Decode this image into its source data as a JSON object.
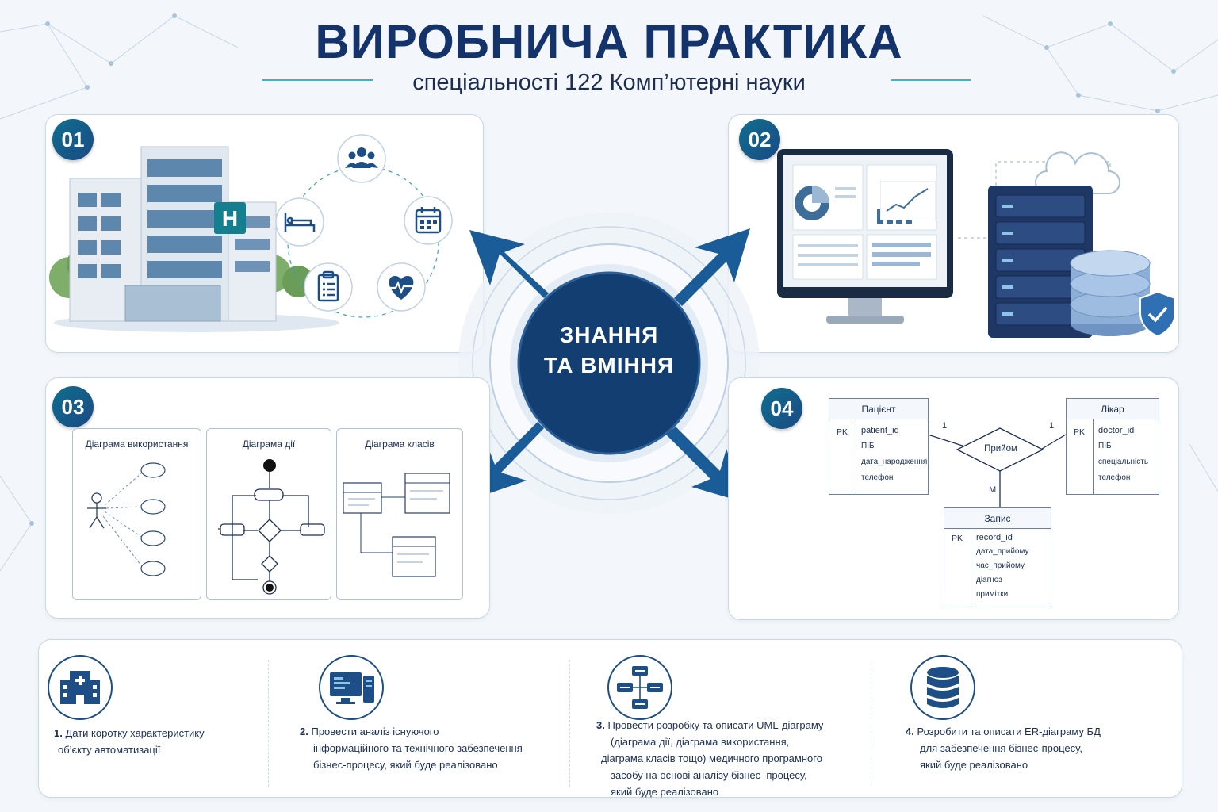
{
  "header": {
    "title": "ВИРОБНИЧА ПРАКТИКА",
    "subtitle": "спеціальності 122 Комп’ютерні науки"
  },
  "center": {
    "line1": "ЗНАННЯ",
    "line2": "ТА ВМІННЯ"
  },
  "panels": {
    "p1": {
      "number": "01",
      "building_sign": "H"
    },
    "p2": {
      "number": "02"
    },
    "p3": {
      "number": "03",
      "use_case_title": "Діаграма використання",
      "activity_title": "Діаграма дії",
      "class_title": "Діаграма класів"
    },
    "p4": {
      "number": "04",
      "relation": "Прийом",
      "card_left": "1",
      "card_right": "1",
      "card_bottom": "M",
      "entities": [
        {
          "name": "Пацієнт",
          "pk_label": "PK",
          "key": "patient_id",
          "fields": [
            "ПІБ",
            "дата_народження",
            "телефон"
          ]
        },
        {
          "name": "Лікар",
          "pk_label": "PK",
          "key": "doctor_id",
          "fields": [
            "ПІБ",
            "спеціальність",
            "телефон"
          ]
        },
        {
          "name": "Запис",
          "pk_label": "PK",
          "key": "record_id",
          "fields": [
            "дата_прийому",
            "час_прийому",
            "діагноз",
            "примітки"
          ]
        }
      ]
    }
  },
  "tasks": [
    {
      "num": "1.",
      "lines": [
        "Дати коротку характеристику",
        "об’єкту автоматизації"
      ]
    },
    {
      "num": "2.",
      "lines": [
        "Провести аналіз існуючого",
        "інформаційного та технічного забезпечення",
        "бізнес-процесу, який буде реалізовано"
      ]
    },
    {
      "num": "3.",
      "lines": [
        "Провести розробку та описати UML-діаграму",
        "(діаграма дії, діаграма використання,",
        "діаграма класів тощо) медичного програмного",
        "засобу на основі аналізу бізнес–процесу,",
        "який буде реалізовано"
      ]
    },
    {
      "num": "4.",
      "lines": [
        "Розробити та описати ER-діаграму БД",
        "для забезпечення бізнес-процесу,",
        "який буде реалізовано"
      ]
    }
  ],
  "colors": {
    "navy": "#14336b",
    "teal": "#1f8ea8",
    "border": "#c9d8e6"
  }
}
